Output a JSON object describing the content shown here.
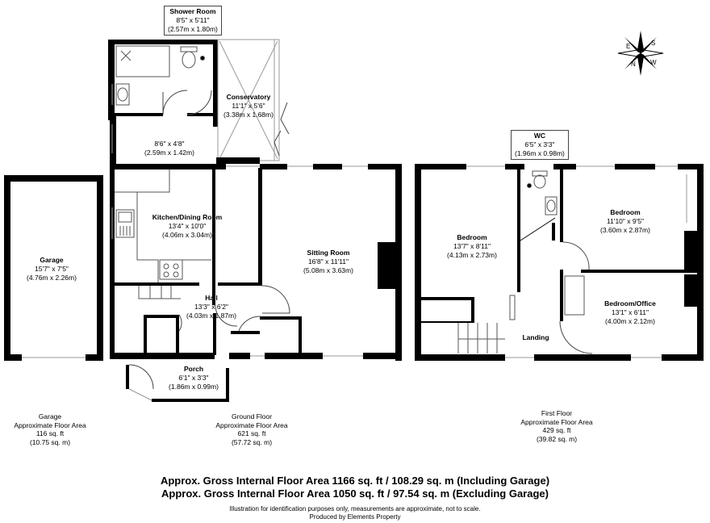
{
  "rooms": {
    "shower_room": {
      "name": "Shower Room",
      "imperial": "8'5\" x 5'11\"",
      "metric": "(2.57m x 1.80m)"
    },
    "conservatory": {
      "name": "Conservatory",
      "imperial": "11'1\" x 5'6\"",
      "metric": "(3.38m x 1.68m)"
    },
    "utility": {
      "imperial": "8'6\" x 4'8\"",
      "metric": "(2.59m x 1.42m)"
    },
    "kitchen": {
      "name": "Kitchen/Dining Room",
      "imperial": "13'4\" x 10'0\"",
      "metric": "(4.06m x 3.04m)"
    },
    "sitting": {
      "name": "Sitting Room",
      "imperial": "16'8\" x 11'11\"",
      "metric": "(5.08m x 3.63m)"
    },
    "hall": {
      "name": "Hall",
      "imperial": "13'3\" x 6'2\"",
      "metric": "(4.03m x 1.87m)"
    },
    "porch": {
      "name": "Porch",
      "imperial": "6'1\" x 3'3\"",
      "metric": "(1.86m x 0.99m)"
    },
    "garage": {
      "name": "Garage",
      "imperial": "15'7\" x 7'5\"",
      "metric": "(4.76m x 2.26m)"
    },
    "wc": {
      "name": "WC",
      "imperial": "6'5\" x 3'3\"",
      "metric": "(1.96m x 0.98m)"
    },
    "bedroom1": {
      "name": "Bedroom",
      "imperial": "13'7\" x 8'11\"",
      "metric": "(4.13m x 2.73m)"
    },
    "bedroom2": {
      "name": "Bedroom",
      "imperial": "11'10\" x 9'5\"",
      "metric": "(3.60m x 2.87m)"
    },
    "office": {
      "name": "Bedroom/Office",
      "imperial": "13'1\" x 6'11\"",
      "metric": "(4.00m x 2.12m)"
    },
    "landing": {
      "name": "Landing"
    }
  },
  "areas": {
    "garage": {
      "line1": "Garage",
      "line2": "Approximate Floor Area",
      "line3": "116 sq. ft",
      "line4": "(10.75 sq. m)"
    },
    "ground": {
      "line1": "Ground Floor",
      "line2": "Approximate Floor Area",
      "line3": "621 sq. ft",
      "line4": "(57.72 sq. m)"
    },
    "first": {
      "line1": "First Floor",
      "line2": "Approximate Floor Area",
      "line3": "429 sq. ft",
      "line4": "(39.82 sq. m)"
    }
  },
  "gross": {
    "including": "Approx. Gross Internal Floor Area 1166 sq. ft / 108.29 sq. m (Including Garage)",
    "excluding": "Approx. Gross Internal Floor Area 1050 sq. ft / 97.54 sq. m (Excluding Garage)"
  },
  "footer": {
    "disclaimer": "Illustration for identification purposes only, measurements are approximate, not to scale.",
    "producer": "Produced by Elements Property"
  },
  "compass": {
    "letters": [
      "N",
      "E",
      "S",
      "W"
    ],
    "icon": "compass-rose-icon"
  }
}
